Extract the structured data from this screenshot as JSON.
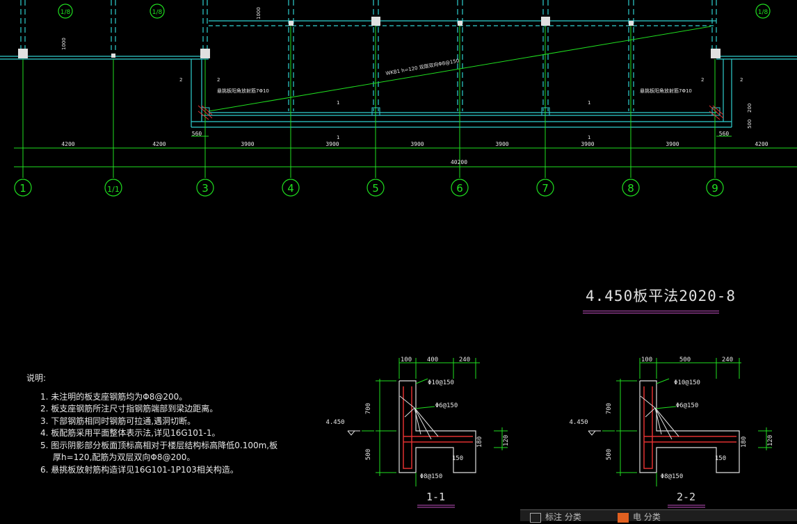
{
  "drawing": {
    "title": "4.450板平法2020-8",
    "axes": [
      "1",
      "1/1",
      "3",
      "4",
      "5",
      "6",
      "7",
      "8",
      "9"
    ],
    "top_axes": [
      "1/8",
      "1/8",
      "1/8"
    ],
    "spans": [
      "4200",
      "4200",
      "560",
      "3900",
      "3900",
      "3900",
      "3900",
      "3900",
      "3900",
      "560",
      "4200"
    ],
    "total_span": "40200",
    "beam_label": "WKB1 h=120 双层双向Φ8@150",
    "cantilever_note": "悬挑板阳角放射筋7Φ10",
    "slab_marks": [
      "1",
      "1",
      "1",
      "1",
      "2",
      "2",
      "2",
      "2"
    ],
    "dim_200": "200",
    "dim_500": "500",
    "dim_1000": "1000"
  },
  "notes": {
    "header": "说明:",
    "items": [
      "1. 未注明的板支座钢筋均为Φ8@200。",
      "2. 板支座钢筋所注尺寸指钢筋端部到梁边距离。",
      "3. 下部钢筋相同时钢筋可拉通,遇洞切断。",
      "4. 板配筋采用平面整体表示法,详见16G101-1。",
      "5. 图示阴影部分板面顶标高相对于楼层结构标高降低0.100m,板"
    ],
    "item5_cont": "厚h=120,配筋为双层双向Φ8@200。",
    "item6": "6. 悬挑板放射筋构造详见16G101-1P103相关构造。"
  },
  "sections": [
    {
      "label": "1-1",
      "dims_top": [
        "100",
        "400",
        "240"
      ],
      "dims_left": [
        "700",
        "500"
      ],
      "elev": "4.450",
      "rebar": [
        "Φ10@150",
        "Φ6@150",
        "Φ8@150"
      ],
      "dims_right": [
        "120",
        "180",
        "150"
      ]
    },
    {
      "label": "2-2",
      "dims_top": [
        "100",
        "500",
        "240"
      ],
      "dims_left": [
        "700",
        "500"
      ],
      "elev": "4.450",
      "rebar": [
        "Φ10@150",
        "Φ6@150",
        "Φ8@150"
      ],
      "dims_right": [
        "120",
        "180",
        "150"
      ]
    }
  ],
  "taskbar": {
    "item1": "标注 分类",
    "item2": "电 分类"
  }
}
